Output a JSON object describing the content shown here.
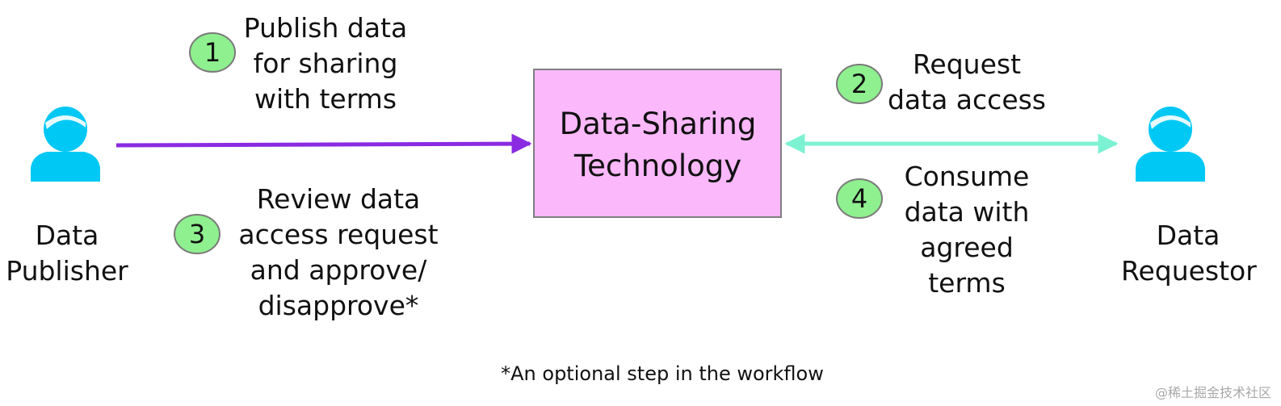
{
  "colors": {
    "person": "#00c8f5",
    "step_circle_fill": "#8ef08e",
    "step_circle_stroke": "#7a7a7a",
    "box_fill": "#fbb8fb",
    "box_stroke": "#7f7f7f",
    "publish_arrow": "#8a2be2",
    "request_arrow": "#7cf2d2"
  },
  "actors": {
    "publisher": {
      "label_line1": "Data",
      "label_line2": "Publisher",
      "icon": "person-icon"
    },
    "requestor": {
      "label_line1": "Data",
      "label_line2": "Requestor",
      "icon": "person-icon"
    }
  },
  "center_box": {
    "line1": "Data-Sharing",
    "line2": "Technology"
  },
  "steps": [
    {
      "number": "1",
      "lines": [
        "Publish data",
        "for sharing",
        "with terms"
      ]
    },
    {
      "number": "2",
      "lines": [
        "Request",
        "data access"
      ]
    },
    {
      "number": "3",
      "lines": [
        "Review data",
        "access request",
        "and approve/",
        "disapprove*"
      ]
    },
    {
      "number": "4",
      "lines": [
        "Consume",
        "data with",
        "agreed",
        "terms"
      ]
    }
  ],
  "footnote": "*An optional step in the workflow",
  "watermark": "@稀土掘金技术社区"
}
